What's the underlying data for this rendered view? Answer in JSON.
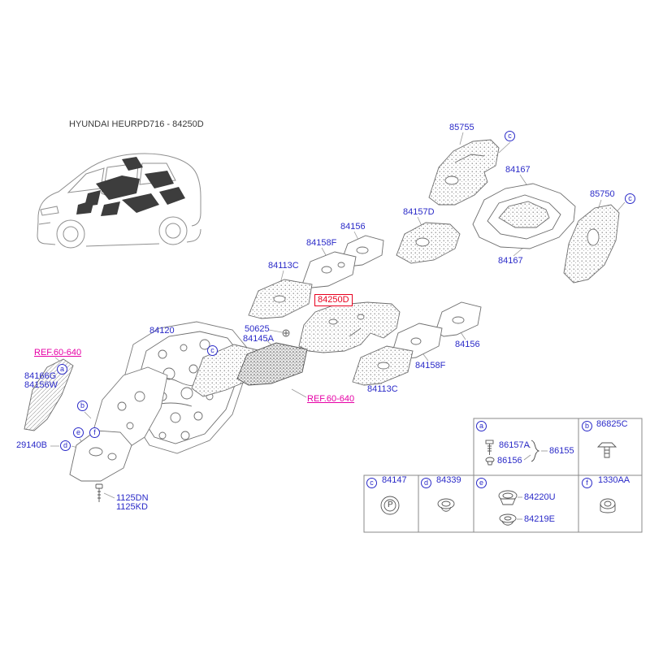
{
  "title": "HYUNDAI HEURPD716 - 84250D",
  "colors": {
    "label_blue": "#2a2ac8",
    "highlight_red": "#e8001f",
    "ref_magenta": "#e600a6"
  },
  "ref_link": "REF.60-640",
  "parts": {
    "85755": "85755",
    "84167": "84167",
    "85750": "85750",
    "84157D": "84157D",
    "84156": "84156",
    "84158F": "84158F",
    "84113C": "84113C",
    "84250D": "84250D",
    "84120": "84120",
    "50625": "50625",
    "84145A": "84145A",
    "84166G": "84166G",
    "84156W": "84156W",
    "29140B": "29140B",
    "1125DN": "1125DN",
    "1125KD": "1125KD"
  },
  "callouts": {
    "a": "a",
    "b": "b",
    "c": "c",
    "d": "d",
    "e": "e",
    "f": "f"
  },
  "plug_letter": "P",
  "table": {
    "cells": [
      {
        "letter": "a",
        "parts": [
          "86157A",
          "86156",
          "86155"
        ]
      },
      {
        "letter": "b",
        "parts": [
          "86825C"
        ]
      },
      {
        "letter": "c",
        "parts": [
          "84147"
        ]
      },
      {
        "letter": "d",
        "parts": [
          "84339"
        ]
      },
      {
        "letter": "e",
        "parts": [
          "84220U",
          "84219E"
        ]
      },
      {
        "letter": "f",
        "parts": [
          "1330AA"
        ]
      }
    ]
  }
}
